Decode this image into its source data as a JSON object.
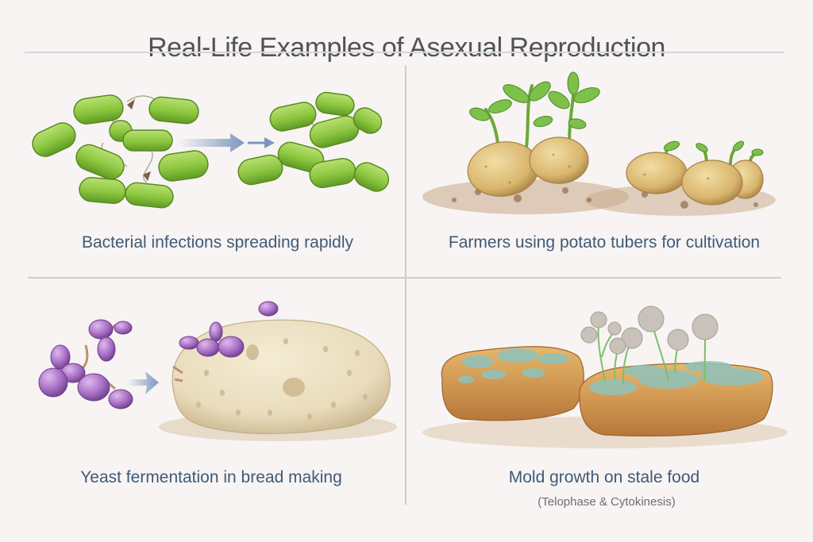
{
  "title": "Real-Life Examples of Asexual Reproduction",
  "colors": {
    "background": "#f7f4f3",
    "title_text": "#4f5359",
    "caption_text": "#3f5a78",
    "subcaption_text": "#6e6e6e",
    "divider": "#cfcdcd",
    "bacteria_green": "#8cc63f",
    "yeast_purple": "#a66fc4",
    "dough": "#e9dcbc",
    "potato": "#d9b66e",
    "leaf_green": "#6cb43c",
    "mold_teal": "#7fb5b0",
    "arrow_blue": "#7d96bf"
  },
  "panels": [
    {
      "id": "bacteria",
      "caption": "Bacterial infections spreading rapidly",
      "illustration": "bacteria-binary-fission-illustration"
    },
    {
      "id": "potato",
      "caption": "Farmers using potato tubers for cultivation",
      "illustration": "sprouting-potato-tubers-illustration"
    },
    {
      "id": "yeast",
      "caption": "Yeast fermentation in bread making",
      "illustration": "yeast-budding-on-dough-illustration"
    },
    {
      "id": "mold",
      "caption": "Mold growth on stale food",
      "subcaption": "(Telophase & Cytokinesis)",
      "illustration": "mold-on-bread-illustration"
    }
  ]
}
